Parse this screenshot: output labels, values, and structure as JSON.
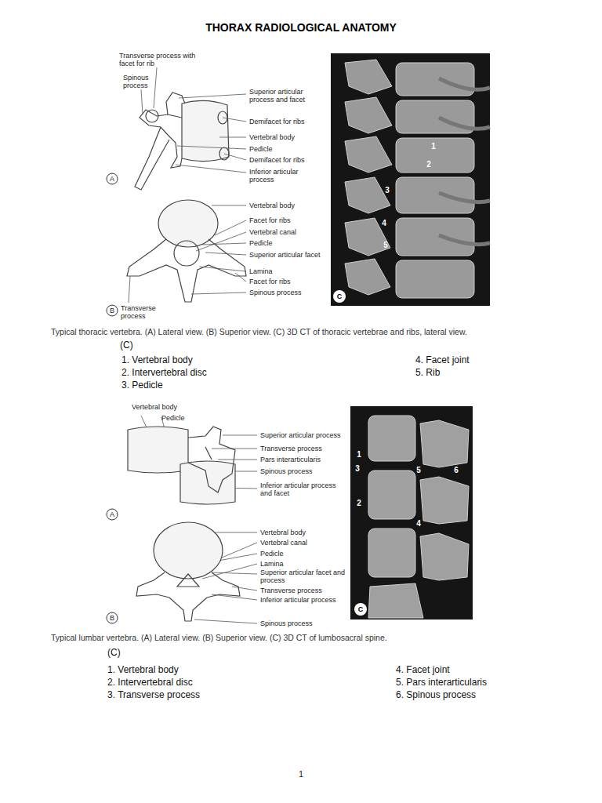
{
  "diagram": {
    "title": "THORAX RADIOLOGICAL ANATOMY",
    "labels": [
      "Transverse process with facet for rib",
      "Spinous process",
      "Superior articular process and facet",
      "Demifacet for ribs",
      "Vertebral body",
      "Pedicle",
      "Demifacet for ribs",
      "Inferior articular process",
      "A",
      "Vertebral body",
      "Facet for ribs",
      "Vertebral canal",
      "Pedicle",
      "Superior articular facet",
      "Lamina",
      "Facet for ribs",
      "Spinous process",
      "Transverse process",
      "B",
      "1",
      "2",
      "3",
      "4",
      "5",
      "C",
      "Typical thoracic vertebra. (A) Lateral view. (B) Superior view. (C) 3D CT of thoracic vertebrae and ribs, lateral view.",
      "(C)",
      "1. Vertebral body",
      "2. Intervertebral disc",
      "3. Pedicle",
      "4. Facet joint",
      "5. Rib",
      "Vertebral body",
      "Pedicle",
      "Superior articular process",
      "Transverse process",
      "Pars interarticularis",
      "Spinous process",
      "Inferior articular process and facet",
      "A",
      "Vertebral body",
      "Vertebral canal",
      "Pedicle",
      "Lamina",
      "Superior articular facet and process",
      "Transverse process",
      "Inferior articular process",
      "Spinous process",
      "B",
      "1",
      "2",
      "3",
      "4",
      "5",
      "6",
      "C",
      "Typical lumbar vertebra. (A) Lateral view. (B) Superior view. (C) 3D CT of lumbosacral spine.",
      "(C)",
      "1. Vertebral body",
      "2. Intervertebral disc",
      "3. Transverse process",
      "4. Facet joint",
      "5. Pars interarticularis",
      "6. Spinous process",
      "1"
    ]
  }
}
